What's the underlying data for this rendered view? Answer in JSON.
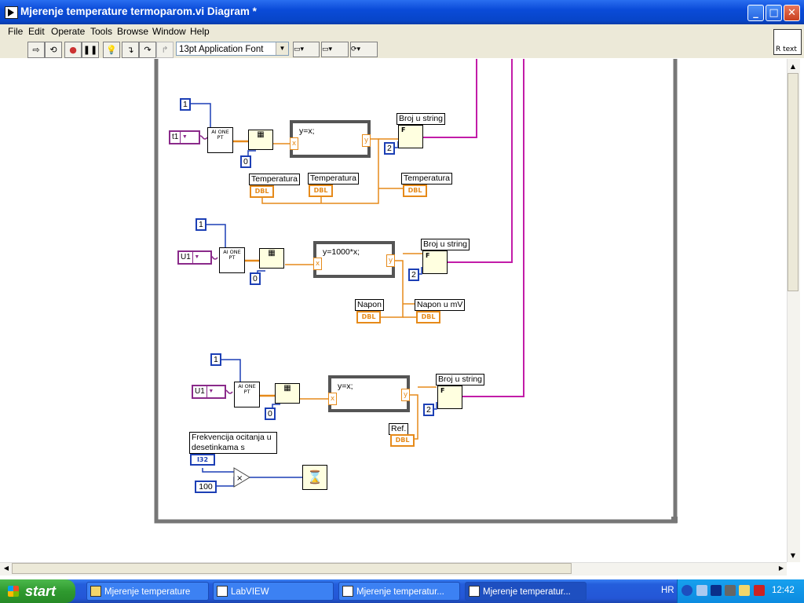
{
  "window": {
    "title": "Mjerenje temperature termoparom.vi Diagram *"
  },
  "menu": [
    "File",
    "Edit",
    "Operate",
    "Tools",
    "Browse",
    "Window",
    "Help"
  ],
  "toolbar": {
    "font": "13pt Application Font"
  },
  "context_help": {
    "label": "R text"
  },
  "diagram": {
    "loop1": {
      "const_device": "1",
      "channel": "t1",
      "ai_label": "AI ONE PT",
      "index_const": "0",
      "formula": "y=x;",
      "fmt_label": "Broj u string",
      "fmt_const": "2",
      "ind1": "Temperatura",
      "ind2": "Temperatura",
      "ind3": "Temperatura"
    },
    "loop2": {
      "const_device": "1",
      "channel": "U1",
      "ai_label": "AI ONE PT",
      "index_const": "0",
      "formula": "y=1000*x;",
      "fmt_label": "Broj u string",
      "fmt_const": "2",
      "ind1": "Napon",
      "ind2": "Napon u mV"
    },
    "loop3": {
      "const_device": "1",
      "channel": "U1",
      "ai_label": "AI ONE PT",
      "index_const": "0",
      "formula": "y=x;",
      "fmt_label": "Broj u string",
      "fmt_const": "2",
      "ind1": "Ref."
    },
    "freq": {
      "label": "Frekvencija ocitanja u desetinkama s",
      "type": "I32",
      "const": "100",
      "mul": "×"
    },
    "types": {
      "dbl": "DBL",
      "x": "x",
      "y": "y",
      "fmt_f": "F"
    }
  },
  "taskbar": {
    "start": "start",
    "items": [
      "Mjerenje temperature",
      "LabVIEW",
      "Mjerenje temperatur...",
      "Mjerenje temperatur..."
    ],
    "lang": "HR",
    "clock": "12:42"
  },
  "colors": {
    "wire_orange": "#e68a1a",
    "wire_pink": "#c21ca8",
    "wire_blue": "#1c3fb5",
    "wire_purple": "#8a2a8a"
  }
}
